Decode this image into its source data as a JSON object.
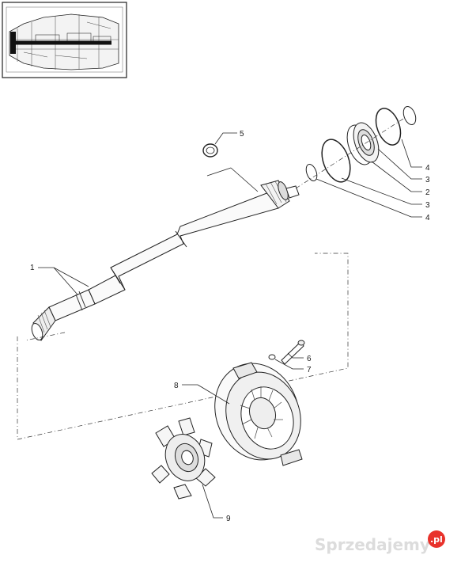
{
  "callouts": [
    {
      "id": "c1",
      "label": "1"
    },
    {
      "id": "c5",
      "label": "5"
    },
    {
      "id": "c4a",
      "label": "4"
    },
    {
      "id": "c3a",
      "label": "3"
    },
    {
      "id": "c2",
      "label": "2"
    },
    {
      "id": "c3b",
      "label": "3"
    },
    {
      "id": "c4b",
      "label": "4"
    },
    {
      "id": "c6",
      "label": "6"
    },
    {
      "id": "c7",
      "label": "7"
    },
    {
      "id": "c8",
      "label": "8"
    },
    {
      "id": "c9",
      "label": "9"
    }
  ],
  "watermark": {
    "text": "Sprzedajemy",
    "suffix": ".pl",
    "color": "#e8322b"
  }
}
